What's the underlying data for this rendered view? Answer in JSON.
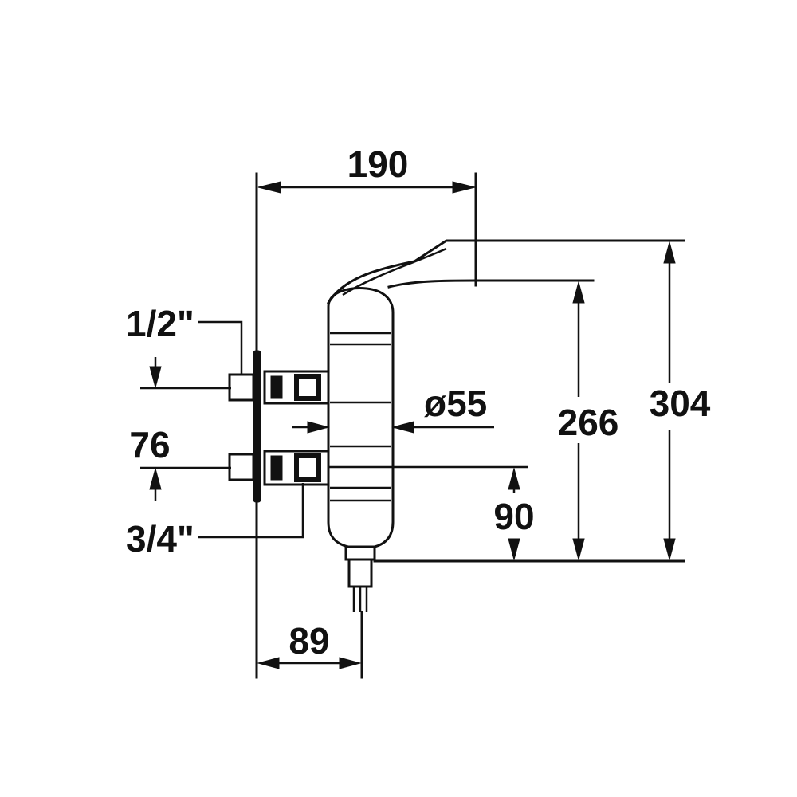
{
  "dimensions": {
    "width_top": "190",
    "height_total": "304",
    "height_outlet": "266",
    "height_lower_inlet": "90",
    "inlet_spacing": "76",
    "base_offset": "89",
    "body_diameter": "ø55",
    "upper_inlet_thread": "1/2\"",
    "lower_inlet_thread": "3/4\""
  }
}
